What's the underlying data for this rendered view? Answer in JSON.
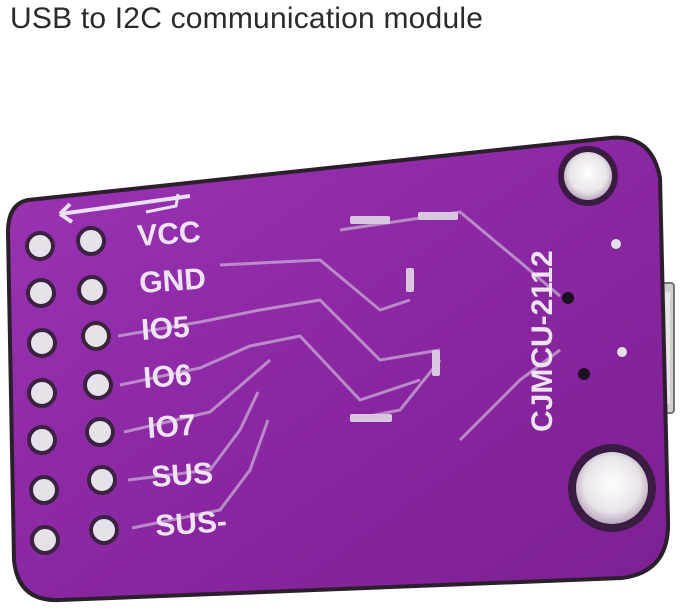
{
  "title": "USB to I2C communication module",
  "board": {
    "color": "#8e2aa6",
    "outline_color": "#2b1f2c",
    "silkscreen_color": "#e8d6ef",
    "pin_labels": [
      "VCC",
      "GND",
      "IO5",
      "IO6",
      "IO7",
      "SUS",
      "SUS-"
    ],
    "model_text": "CJMCU-2112"
  }
}
